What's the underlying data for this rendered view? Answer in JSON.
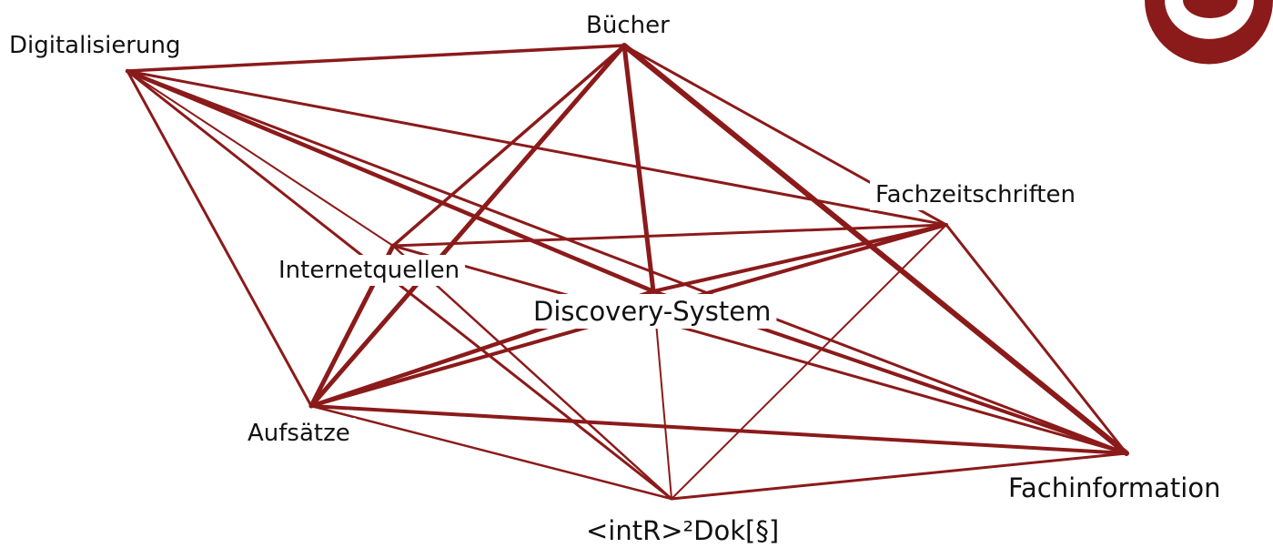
{
  "diagram": {
    "edge_color": "#8b1a1a",
    "label_color": "#111111",
    "nodes": [
      {
        "id": "digitalisierung",
        "label": "Digitalisierung"
      },
      {
        "id": "buecher",
        "label": "Bücher"
      },
      {
        "id": "fachzeitschriften",
        "label": "Fachzeitschriften"
      },
      {
        "id": "internetquellen",
        "label": "Internetquellen"
      },
      {
        "id": "discovery",
        "label": "Discovery-System"
      },
      {
        "id": "aufsaetze",
        "label": "Aufsätze"
      },
      {
        "id": "fachinformation",
        "label": "Fachinformation"
      },
      {
        "id": "intr",
        "label": "<intR>²Dok[§]"
      }
    ],
    "edges": [
      {
        "from": "digitalisierung",
        "to": "buecher"
      },
      {
        "from": "digitalisierung",
        "to": "fachzeitschriften"
      },
      {
        "from": "digitalisierung",
        "to": "discovery"
      },
      {
        "from": "digitalisierung",
        "to": "aufsaetze"
      },
      {
        "from": "digitalisierung",
        "to": "intr"
      },
      {
        "from": "digitalisierung",
        "to": "fachinformation"
      },
      {
        "from": "digitalisierung",
        "to": "internetquellen"
      },
      {
        "from": "buecher",
        "to": "discovery"
      },
      {
        "from": "buecher",
        "to": "fachinformation"
      },
      {
        "from": "buecher",
        "to": "aufsaetze"
      },
      {
        "from": "buecher",
        "to": "internetquellen"
      },
      {
        "from": "buecher",
        "to": "fachzeitschriften"
      },
      {
        "from": "fachzeitschriften",
        "to": "internetquellen"
      },
      {
        "from": "fachzeitschriften",
        "to": "discovery"
      },
      {
        "from": "fachzeitschriften",
        "to": "aufsaetze"
      },
      {
        "from": "fachzeitschriften",
        "to": "fachinformation"
      },
      {
        "from": "fachzeitschriften",
        "to": "intr"
      },
      {
        "from": "internetquellen",
        "to": "aufsaetze"
      },
      {
        "from": "internetquellen",
        "to": "intr"
      },
      {
        "from": "internetquellen",
        "to": "fachinformation"
      },
      {
        "from": "discovery",
        "to": "aufsaetze"
      },
      {
        "from": "discovery",
        "to": "intr"
      },
      {
        "from": "discovery",
        "to": "fachinformation"
      },
      {
        "from": "aufsaetze",
        "to": "intr"
      },
      {
        "from": "aufsaetze",
        "to": "fachinformation"
      },
      {
        "from": "intr",
        "to": "fachinformation"
      }
    ]
  }
}
